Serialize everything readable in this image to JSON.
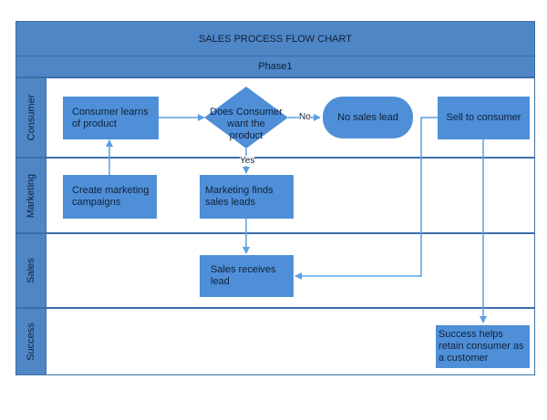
{
  "title": "SALES PROCESS FLOW CHART",
  "phase": "Phase1",
  "lanes": [
    "Consumer",
    "Marketing",
    "Sales",
    "Success"
  ],
  "nodes": {
    "learns": "Consumer learns of product",
    "decision": "Does Consumer want the product",
    "no_lead": "No sales lead",
    "sell": "Sell to consumer",
    "campaign": "Create marketing campaigns",
    "finds": "Marketing finds sales leads",
    "receives": "Sales receives lead",
    "retain": "Success helps retain consumer as a customer"
  },
  "edge_labels": {
    "no": "No",
    "yes": "Yes"
  },
  "colors": {
    "header": "#4f86c6",
    "node": "#4f8fd8",
    "connector": "#5aa0e0"
  }
}
